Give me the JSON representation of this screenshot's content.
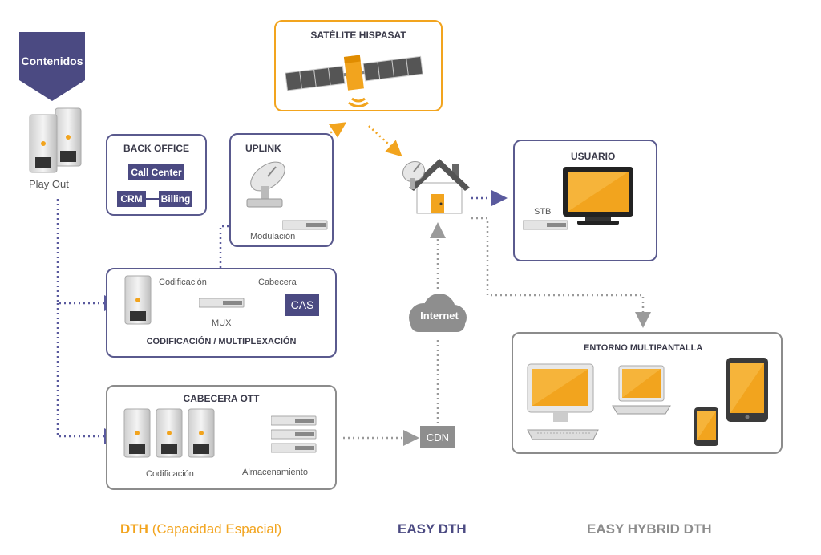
{
  "contenidos": "Contenidos",
  "play_out": "Play Out",
  "satellite": "SATÉLITE HISPASAT",
  "back_office": {
    "title": "BACK OFFICE",
    "call_center": "Call Center",
    "crm": "CRM",
    "billing": "Billing"
  },
  "uplink": {
    "title": "UPLINK",
    "modulacion": "Modulación"
  },
  "codif_mux": {
    "codificacion": "Codificación",
    "cabecera": "Cabecera",
    "cas": "CAS",
    "mux": "MUX",
    "title": "CODIFICACIÓN / MULTIPLEXACIÓN"
  },
  "ott": {
    "title": "CABECERA OTT",
    "codificacion": "Codificación",
    "almacenamiento": "Almacenamiento"
  },
  "internet": "Internet",
  "cdn": "CDN",
  "usuario": {
    "title": "USUARIO",
    "stb": "STB"
  },
  "multipantalla": "ENTORNO MULTIPANTALLA",
  "footer": {
    "dth_bold": "DTH",
    "dth_rest": "(Capacidad Espacial)",
    "easy": "EASY DTH",
    "hybrid": "EASY HYBRID DTH"
  },
  "colors": {
    "orange": "#f2a41e",
    "navy": "#4b4a82",
    "gray": "#8c8c8c"
  }
}
